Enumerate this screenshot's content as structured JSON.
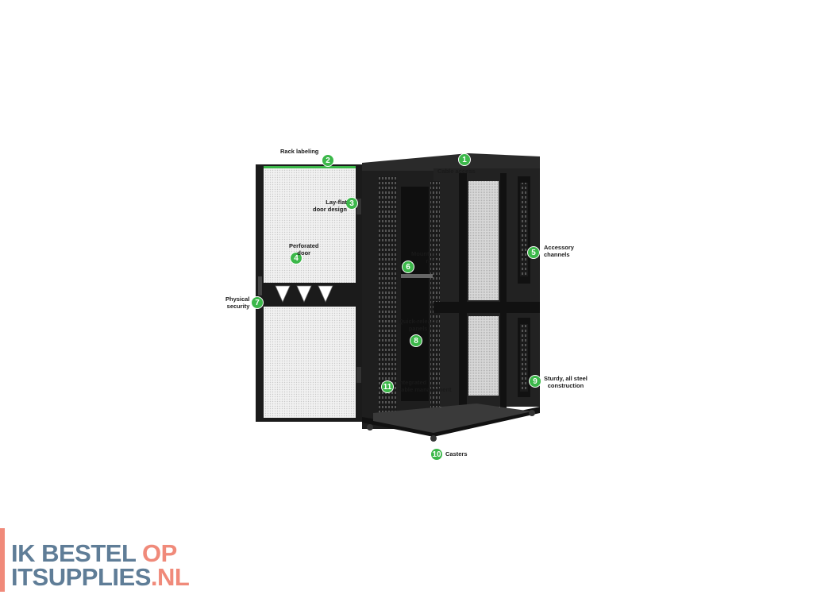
{
  "callouts": [
    {
      "num": "1",
      "label_lines": [
        "Cable access"
      ]
    },
    {
      "num": "2",
      "label_lines": [
        "Rack labeling"
      ]
    },
    {
      "num": "3",
      "label_lines": [
        "Lay-flat",
        "door design"
      ]
    },
    {
      "num": "4",
      "label_lines": [
        "Perforated",
        "door"
      ]
    },
    {
      "num": "5",
      "label_lines": [
        "Accessory",
        "channels"
      ]
    },
    {
      "num": "6",
      "label_lines": [
        "Mounting",
        "rails"
      ]
    },
    {
      "num": "7",
      "label_lines": [
        "Physical",
        "security"
      ]
    },
    {
      "num": "8",
      "label_lines": [
        "Quick-release",
        "panels"
      ]
    },
    {
      "num": "9",
      "label_lines": [
        "Sturdy, all steel",
        "construction"
      ]
    },
    {
      "num": "10",
      "label_lines": [
        "Casters"
      ]
    },
    {
      "num": "11",
      "label_lines": [
        "Integrated",
        "cable management"
      ]
    }
  ],
  "logo": {
    "line1_text": "IK BESTEL ",
    "line1_accent": "OP",
    "line2_text": "ITSUPPLIES",
    "line2_accent": ".NL"
  },
  "colors": {
    "callout_green": "#3cb84a",
    "rack_black": "#1b1b1b",
    "logo_blue": "#5f7d97",
    "logo_coral": "#f08a7a"
  }
}
